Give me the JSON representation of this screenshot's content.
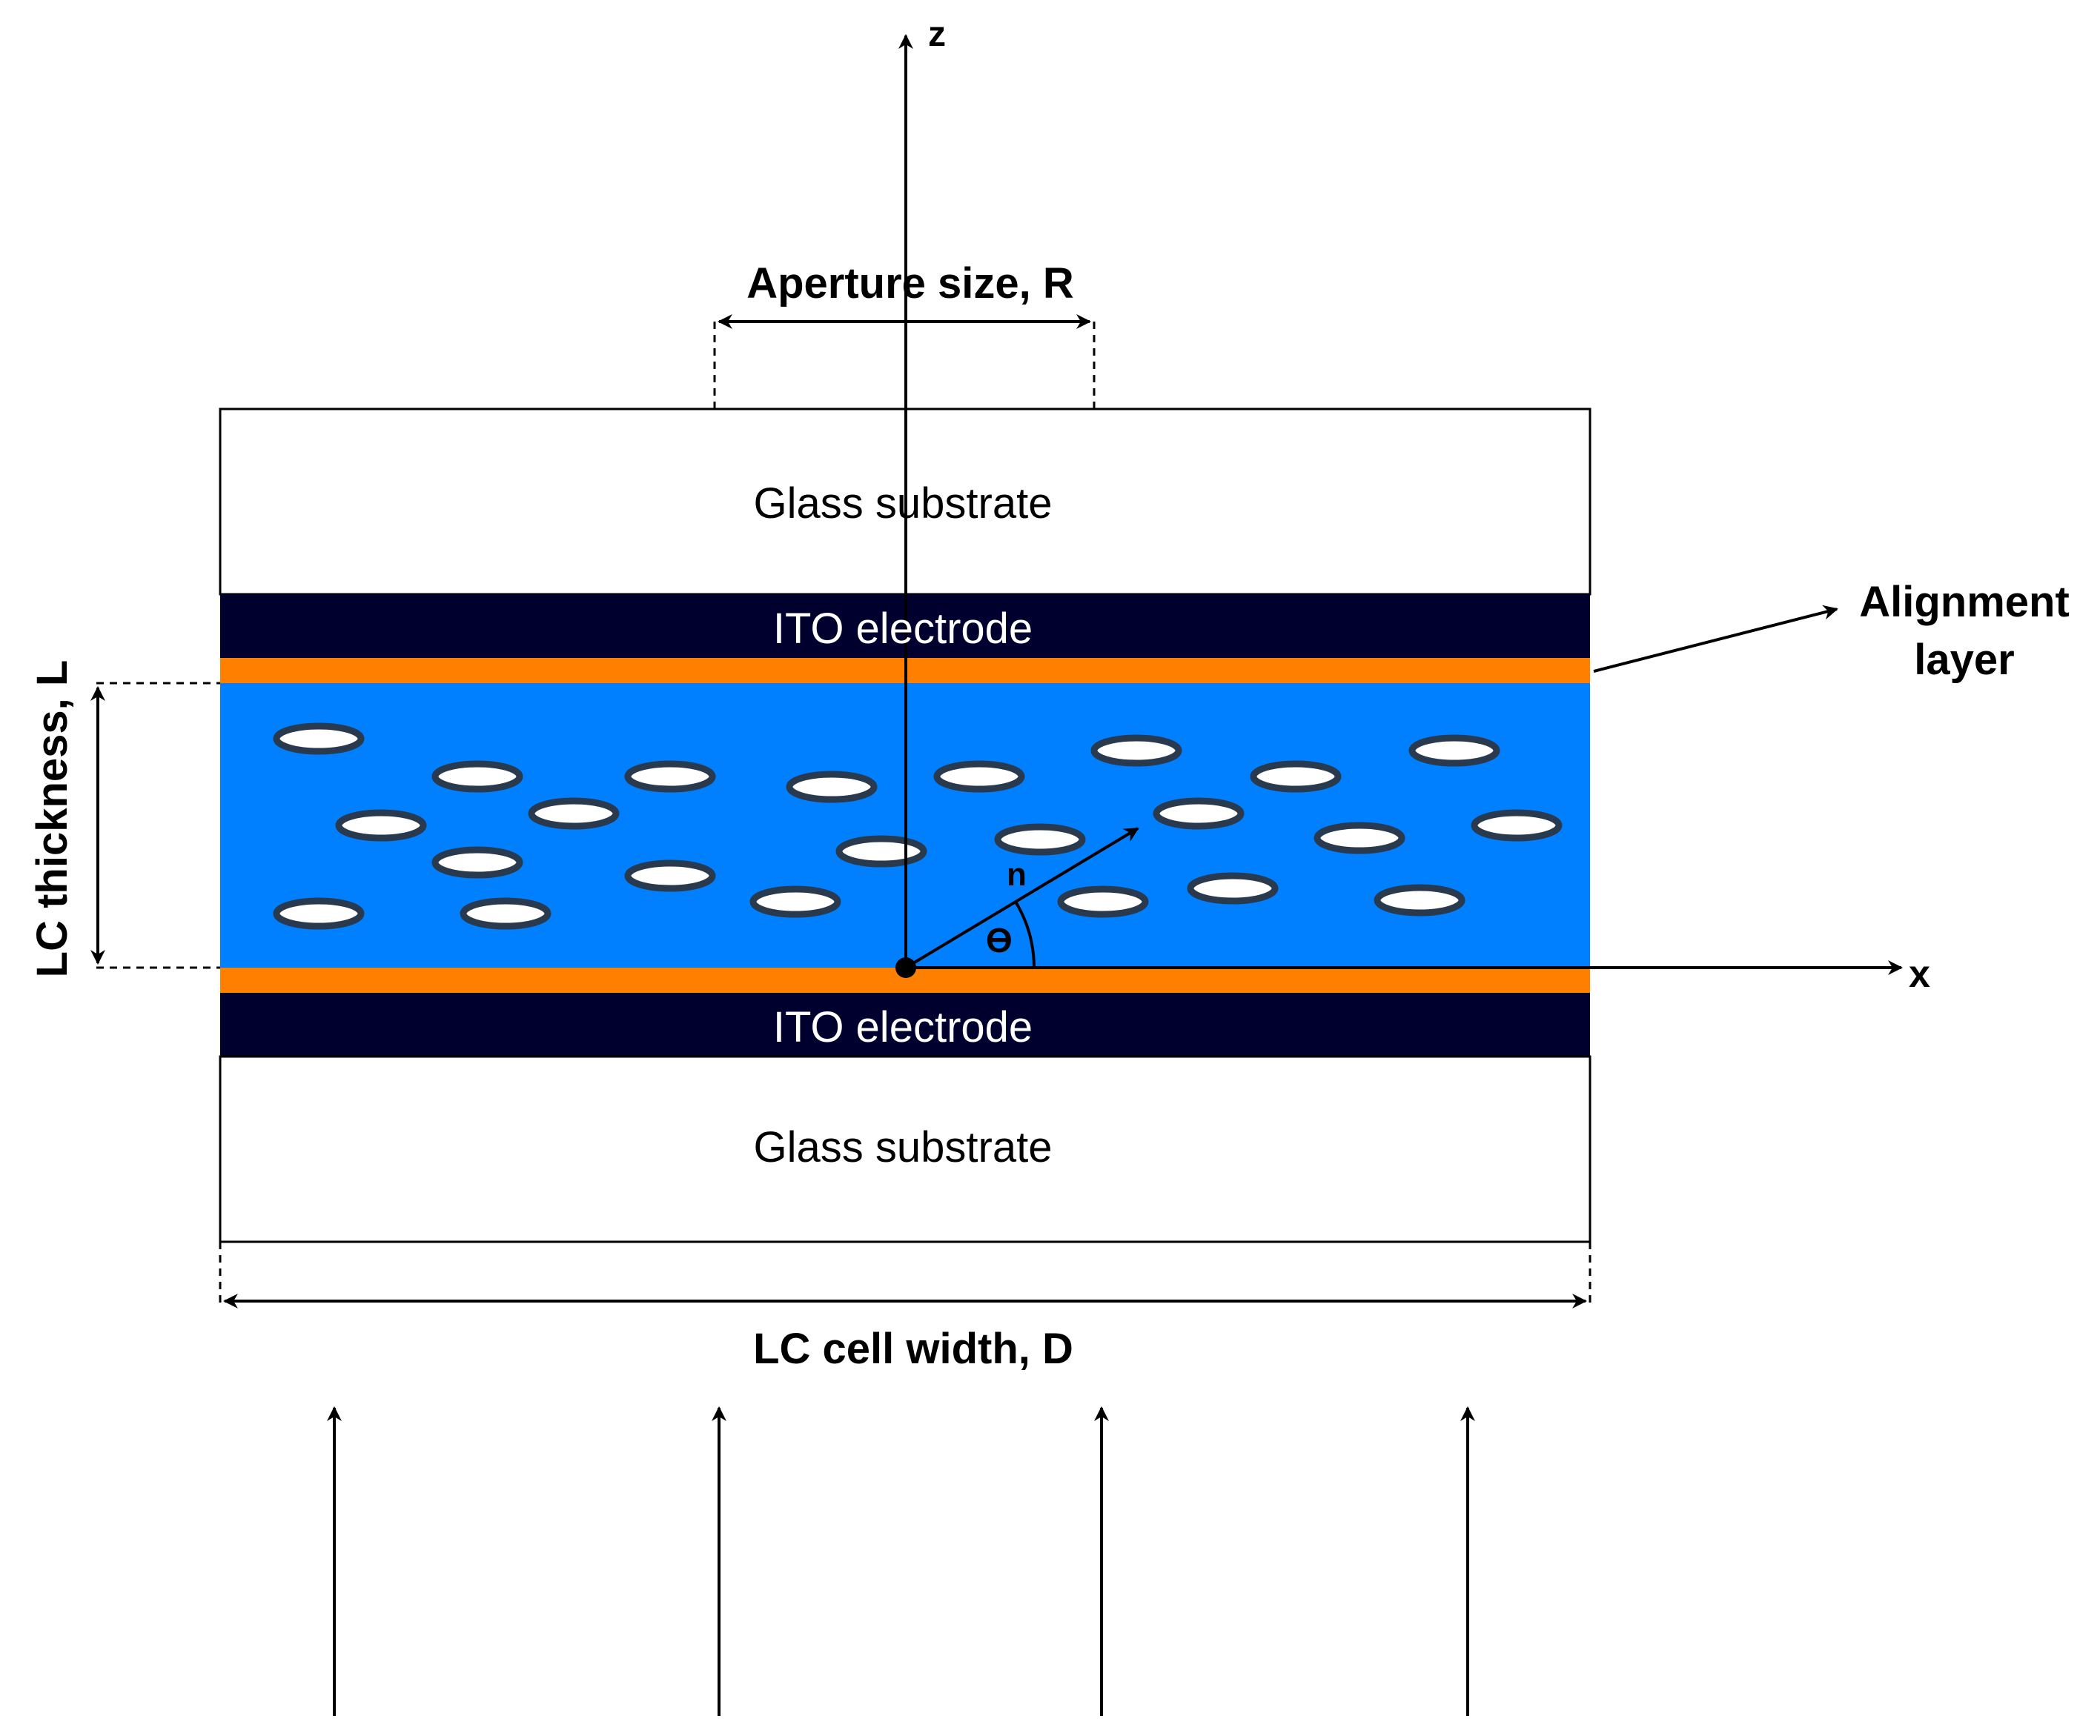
{
  "colors": {
    "ito": "#00002e",
    "alignment": "#ff8000",
    "lc": "#0080ff",
    "molecule_fill": "#ffffff",
    "molecule_stroke": "#2a3a4e",
    "line": "#000000"
  },
  "labels": {
    "z_axis": "z",
    "x_axis": "x",
    "aperture": "Aperture size, R",
    "glass_top": "Glass substrate",
    "ito_top": "ITO electrode",
    "alignment_line1": "Alignment",
    "alignment_line2": "layer",
    "lc_thickness": "LC thickness, L",
    "director": "n",
    "angle": "ϴ",
    "ito_bottom": "ITO electrode",
    "glass_bottom": "Glass substrate",
    "cell_width": "LC cell width, D"
  },
  "icons": {
    "light_arrows": "arrow-up-icon"
  },
  "light_arrow_count": 4
}
